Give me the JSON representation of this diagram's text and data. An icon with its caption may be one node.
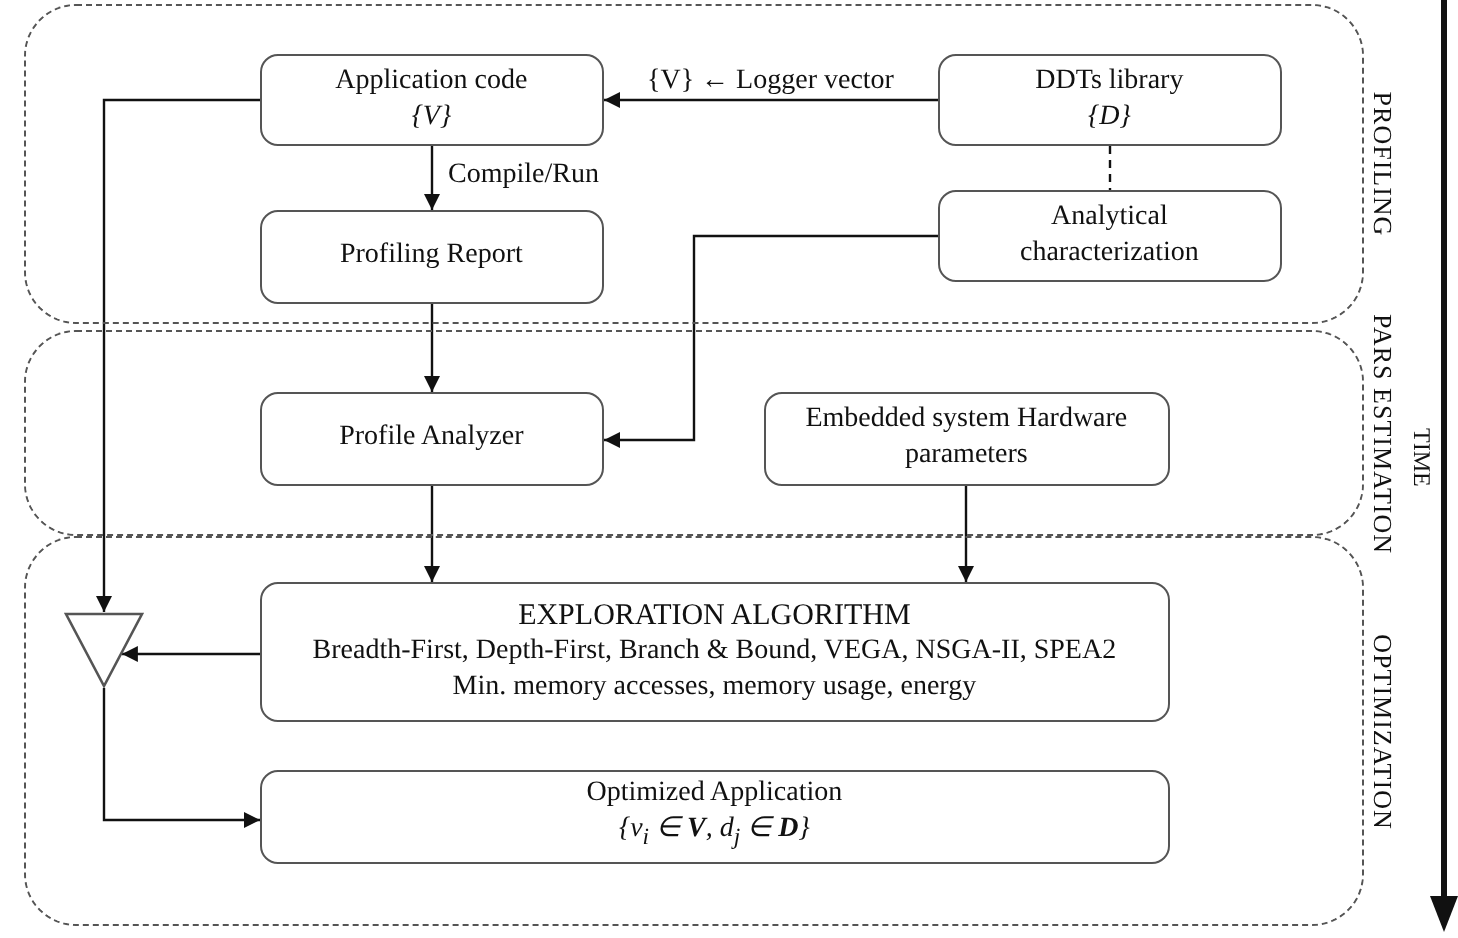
{
  "diagram": {
    "nodes": [
      {
        "text": [
          "PROFILING"
        ]
      },
      {
        "text": [
          "Application code",
          "{V}"
        ],
        "in": 0
      },
      {
        "text": [
          "DDTs library",
          "{D}"
        ],
        "in": 0
      },
      {
        "text": [
          "Profiling Report"
        ],
        "in": 0
      },
      {
        "text": [
          "Analytical characterization"
        ],
        "in": 0
      },
      {
        "text": [
          "PARS ESTIMATION"
        ]
      },
      {
        "text": [
          "Profile Analyzer"
        ],
        "in": 5
      },
      {
        "text": [
          "Embedded system Hardware parameters"
        ],
        "in": 5
      },
      {
        "text": [
          "OPTIMIZATION"
        ]
      },
      {
        "text": [
          "EXPLORATION ALGORITHM",
          "Breadth-First, Depth-First, Branch & Bound, VEGA, NSGA-II, SPEA2",
          "Min. memory accesses, memory usage, energy"
        ],
        "in": 8
      },
      {
        "text": [],
        "shape": "triangle",
        "in": 8
      },
      {
        "text": [
          "Optimized Application",
          "{v$_{i}$ ∈ **V**, d$_{j}$ ∈ **D**}"
        ],
        "in": 8
      }
    ],
    "edges": [
      {
        "from": 2,
        "to": 1,
        "arrow": "to",
        "label": "{V} ← Logger vector"
      },
      {
        "from": 1,
        "to": 3,
        "arrow": "to",
        "label": "Compile/Run"
      },
      {
        "from": 2,
        "to": 4,
        "arrow": "none",
        "style": "dashed"
      },
      {
        "from": 3,
        "to": 6,
        "arrow": "to"
      },
      {
        "from": 4,
        "to": 6,
        "arrow": "to"
      },
      {
        "from": 6,
        "to": 9,
        "arrow": "to"
      },
      {
        "from": 7,
        "to": 9,
        "arrow": "to"
      },
      {
        "from": 1,
        "to": 10,
        "arrow": "to"
      },
      {
        "from": 9,
        "to": 10,
        "arrow": "to"
      },
      {
        "from": 10,
        "to": 11,
        "arrow": "to"
      }
    ],
    "labels": [
      "TIME"
    ]
  }
}
